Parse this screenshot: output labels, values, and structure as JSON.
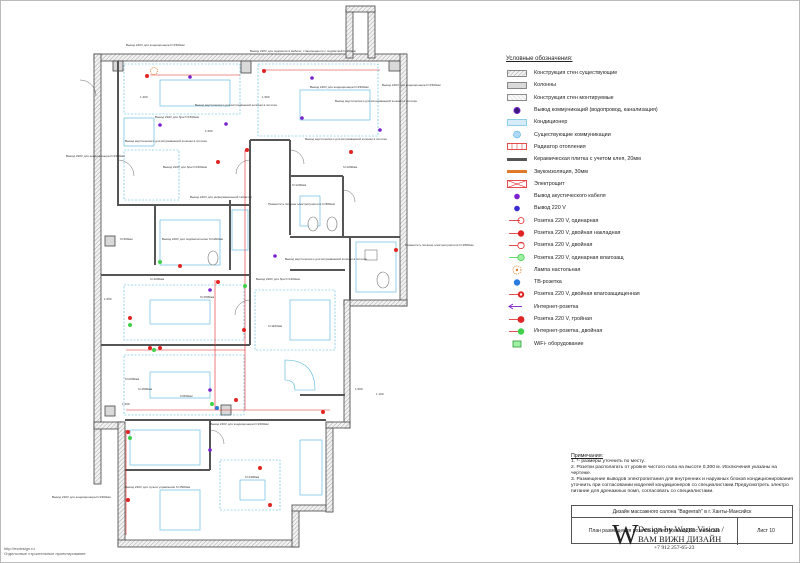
{
  "legend": {
    "title": "Условные обозначения:",
    "items": [
      {
        "icon": "existing-wall-hatch-icon",
        "label": "Конструкция стен существующие"
      },
      {
        "icon": "column-icon",
        "label": "Колонны"
      },
      {
        "icon": "mounted-wall-hatch-icon",
        "label": "Конструкция стен монтируемые"
      },
      {
        "icon": "utility-outlet-icon",
        "label": "Вывод коммуникаций (водопровод, канализация)"
      },
      {
        "icon": "air-conditioner-icon",
        "label": "Кондиционер"
      },
      {
        "icon": "existing-utility-icon",
        "label": "Существующие коммуникации"
      },
      {
        "icon": "radiator-icon",
        "label": "Радиатор отопления"
      },
      {
        "icon": "ceramic-tile-icon",
        "label": "Керамическая плитка с учетом клея, 20мм"
      },
      {
        "icon": "soundproofing-icon",
        "label": "Звукоизоляция, 30мм"
      },
      {
        "icon": "electrical-panel-icon",
        "label": "Электрощит"
      },
      {
        "icon": "acoustic-cable-icon",
        "label": "Вывод акустического кабеля"
      },
      {
        "icon": "power-outlet-220-icon",
        "label": "Вывод 220 V"
      },
      {
        "icon": "socket-single-icon",
        "label": "Розетка 220 V, одинарная"
      },
      {
        "icon": "socket-double-surface-icon",
        "label": "Розетка 220 V, двойная накладная"
      },
      {
        "icon": "socket-double-icon",
        "label": "Розетка 220 V, двойная"
      },
      {
        "icon": "socket-single-waterproof-icon",
        "label": "Розетка 220 V, одинарная влагозащ"
      },
      {
        "icon": "table-lamp-icon",
        "label": "Лампа настольная"
      },
      {
        "icon": "tv-socket-icon",
        "label": "ТВ-розетка"
      },
      {
        "icon": "socket-double-waterproof-icon",
        "label": "Розетка 220 V, двойная влагозащищенная"
      },
      {
        "icon": "internet-socket-icon",
        "label": "Интернет-розетка"
      },
      {
        "icon": "socket-triple-icon",
        "label": "Розетка 220 V, тройная"
      },
      {
        "icon": "internet-socket-double-icon",
        "label": "Интернет-розетка, двойная"
      },
      {
        "icon": "wifi-equipment-icon",
        "label": "WiFi- оборудование"
      }
    ]
  },
  "notes": {
    "title": "Примечания:",
    "lines": [
      "1. *- размеры уточнить по месту.",
      "2. Розетки располагать от уровня чистого пола на высоте 0,300 м. Исключения указаны на чертеже.",
      "3. Размещение выводов электропитания для внутренних и наружных блоков кондиционирования уточнить при согласовании моделей кондиционеров со специалистами.Предусмотреть электро питание для дренажных помп, согласовать со специалистами."
    ]
  },
  "stamp": {
    "project": "Дизайн массажного салона \"Bageerah\" в г. Ханты-Мансийск",
    "sheet_title": "План размещения розеток и электровыводов с мебелью",
    "sheet_number": "Лист 10"
  },
  "logo": {
    "mark": "W",
    "line1": "Design by Warm Vision /",
    "line2": "ВАМ ВИЖН ДИЗАЙН",
    "phone": "+7 912 257-65-23"
  },
  "site_note": {
    "url": "http://evdesign.ru",
    "text": "Отделочные строительные проектирование"
  },
  "plan": {
    "callouts": [
      "Вывод 220V для кондиционера h=2300мм",
      "Вывод 220V для кондиционера h=2300мм",
      "Вывод акустического для встраиваемой колонки в потолке",
      "Вывод 220V для бра h=1500мм",
      "Вывод 220V для подсветки в мебели, стационарного с подсветкой h=300мм",
      "Вывод акустического для встраиваемой колонки в потолке",
      "Вывод 220V для бра h=1500мм",
      "Вывод акустического для встраиваемой колонки в потолке",
      "Вывод 220V для кондиционера h=2300мм",
      "Вывод акустического для встраиваемой колонки в потолке",
      "Вывод 220V для кондиционера h=2300мм",
      "Вывод 220V для информационной таблички",
      "Разместить питание электросушителя h=800мм",
      "Вывод 220V для подсветки ниши h=1200мм",
      "Разместить питание электросушителя h=1800мм",
      "Вывод акустического для встраиваемой колонки в потолке",
      "Вывод 220V для бра h=1200мм",
      "Вывод 220V для кондиционера h=2300мм",
      "Вывод 220V для пульта управления h=1500мм",
      "Вывод 220V для кондиционера h=2300мм"
    ],
    "heights": [
      "h=1200мм",
      "h=1500мм",
      "h=300мм",
      "h=1100мм",
      "h=2000мм",
      "h=800мм",
      "h=1200мм",
      "h=1500мм",
      "h=1200мм",
      "h=1400мм"
    ],
    "dims": [
      "1 400",
      "1 900",
      "1 600",
      "1 500",
      "1 200",
      "1 050",
      "1 100"
    ]
  }
}
